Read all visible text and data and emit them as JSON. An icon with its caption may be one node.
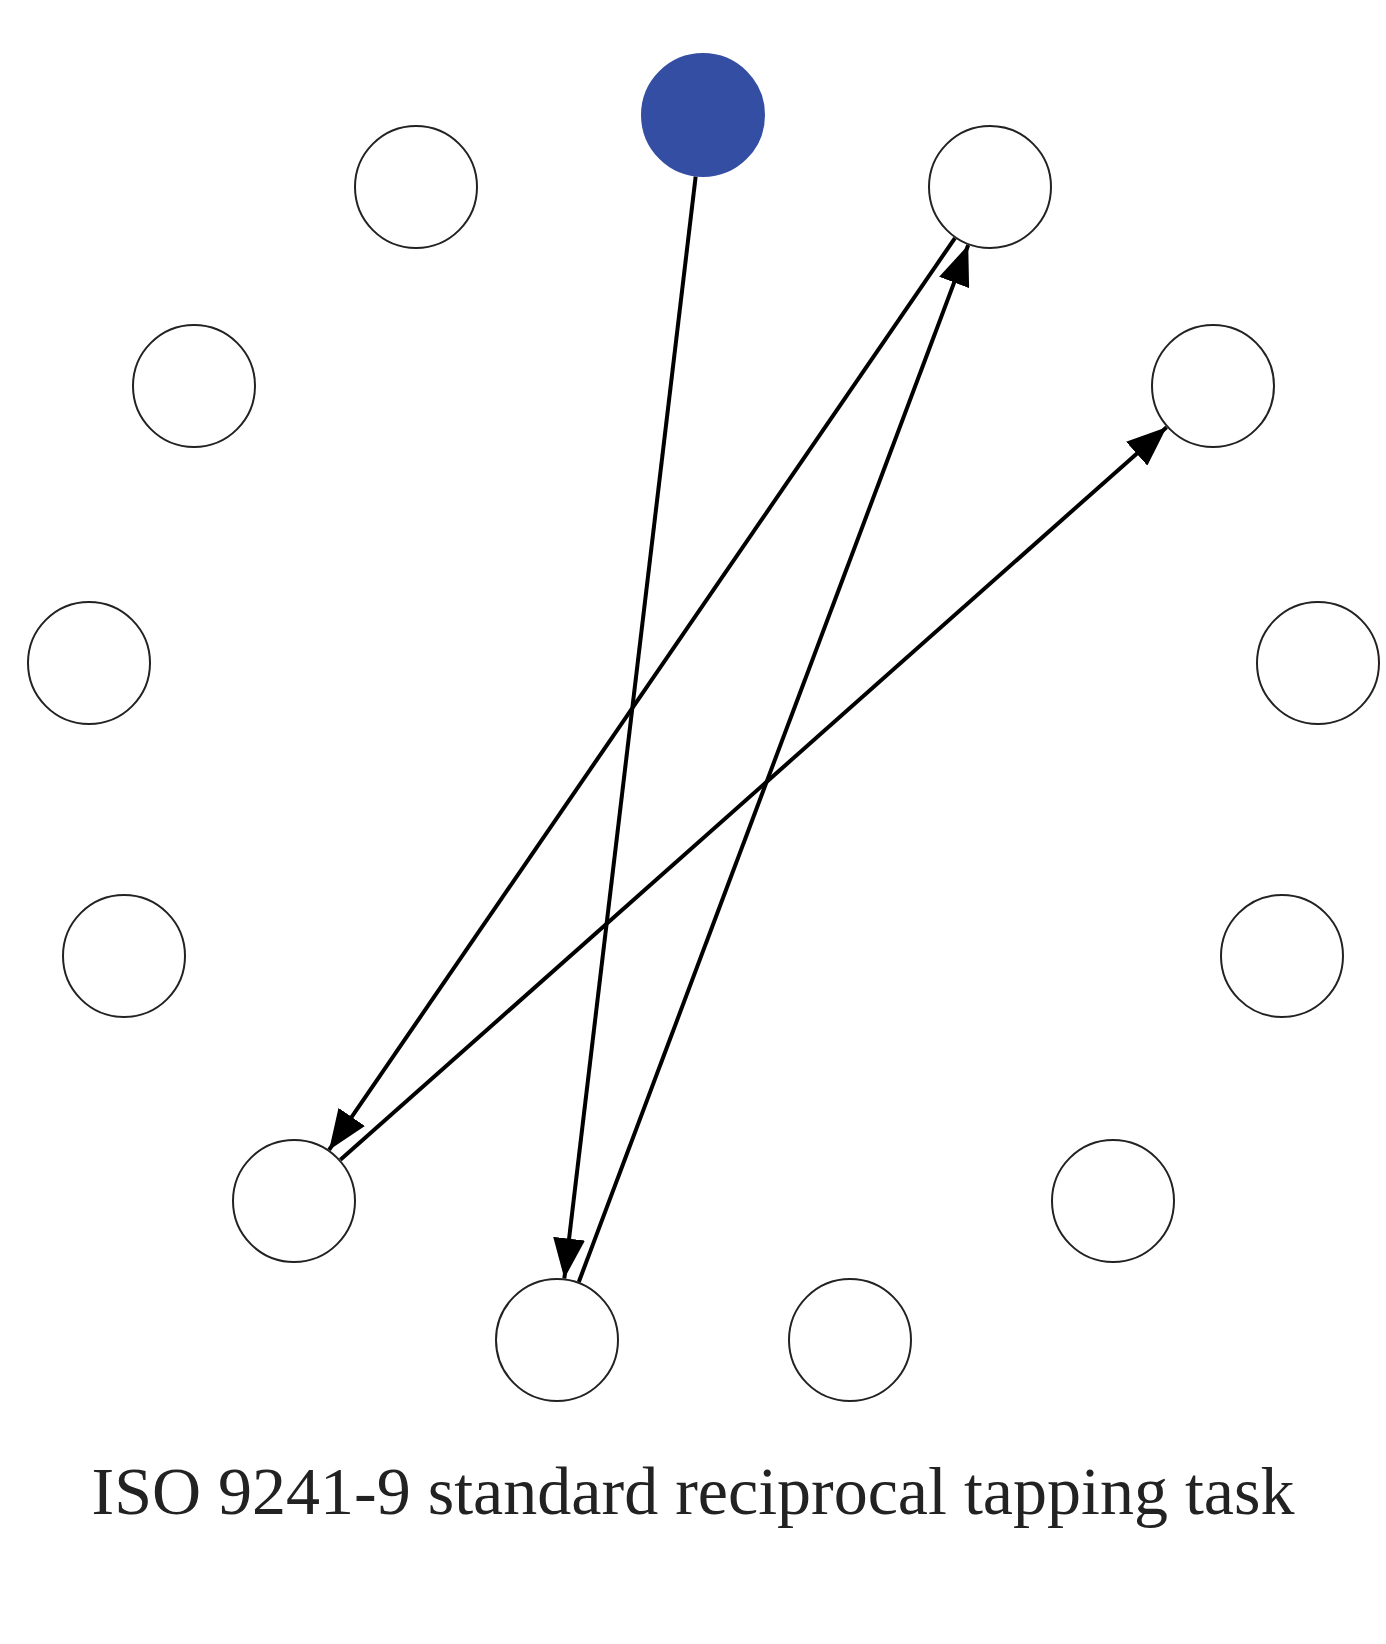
{
  "diagram": {
    "caption": "ISO 9241-9 standard reciprocal tapping task",
    "nodes": [
      {
        "text": [],
        "shape": "circle"
      },
      {
        "text": [],
        "shape": "circle"
      },
      {
        "text": [],
        "shape": "circle"
      },
      {
        "text": [],
        "shape": "circle"
      },
      {
        "text": [],
        "shape": "circle"
      },
      {
        "text": [],
        "shape": "circle"
      },
      {
        "text": [],
        "shape": "circle"
      },
      {
        "text": [],
        "shape": "circle"
      },
      {
        "text": [],
        "shape": "circle"
      },
      {
        "text": [],
        "shape": "circle"
      },
      {
        "text": [],
        "shape": "circle"
      },
      {
        "text": [],
        "shape": "circle"
      },
      {
        "text": [],
        "shape": "circle"
      }
    ],
    "edges": [
      {
        "from": 0,
        "to": 11,
        "arrow": "to"
      },
      {
        "from": 11,
        "to": 2,
        "arrow": "to"
      },
      {
        "from": 2,
        "to": 9,
        "arrow": "to"
      },
      {
        "from": 9,
        "to": 4,
        "arrow": "to"
      }
    ]
  }
}
